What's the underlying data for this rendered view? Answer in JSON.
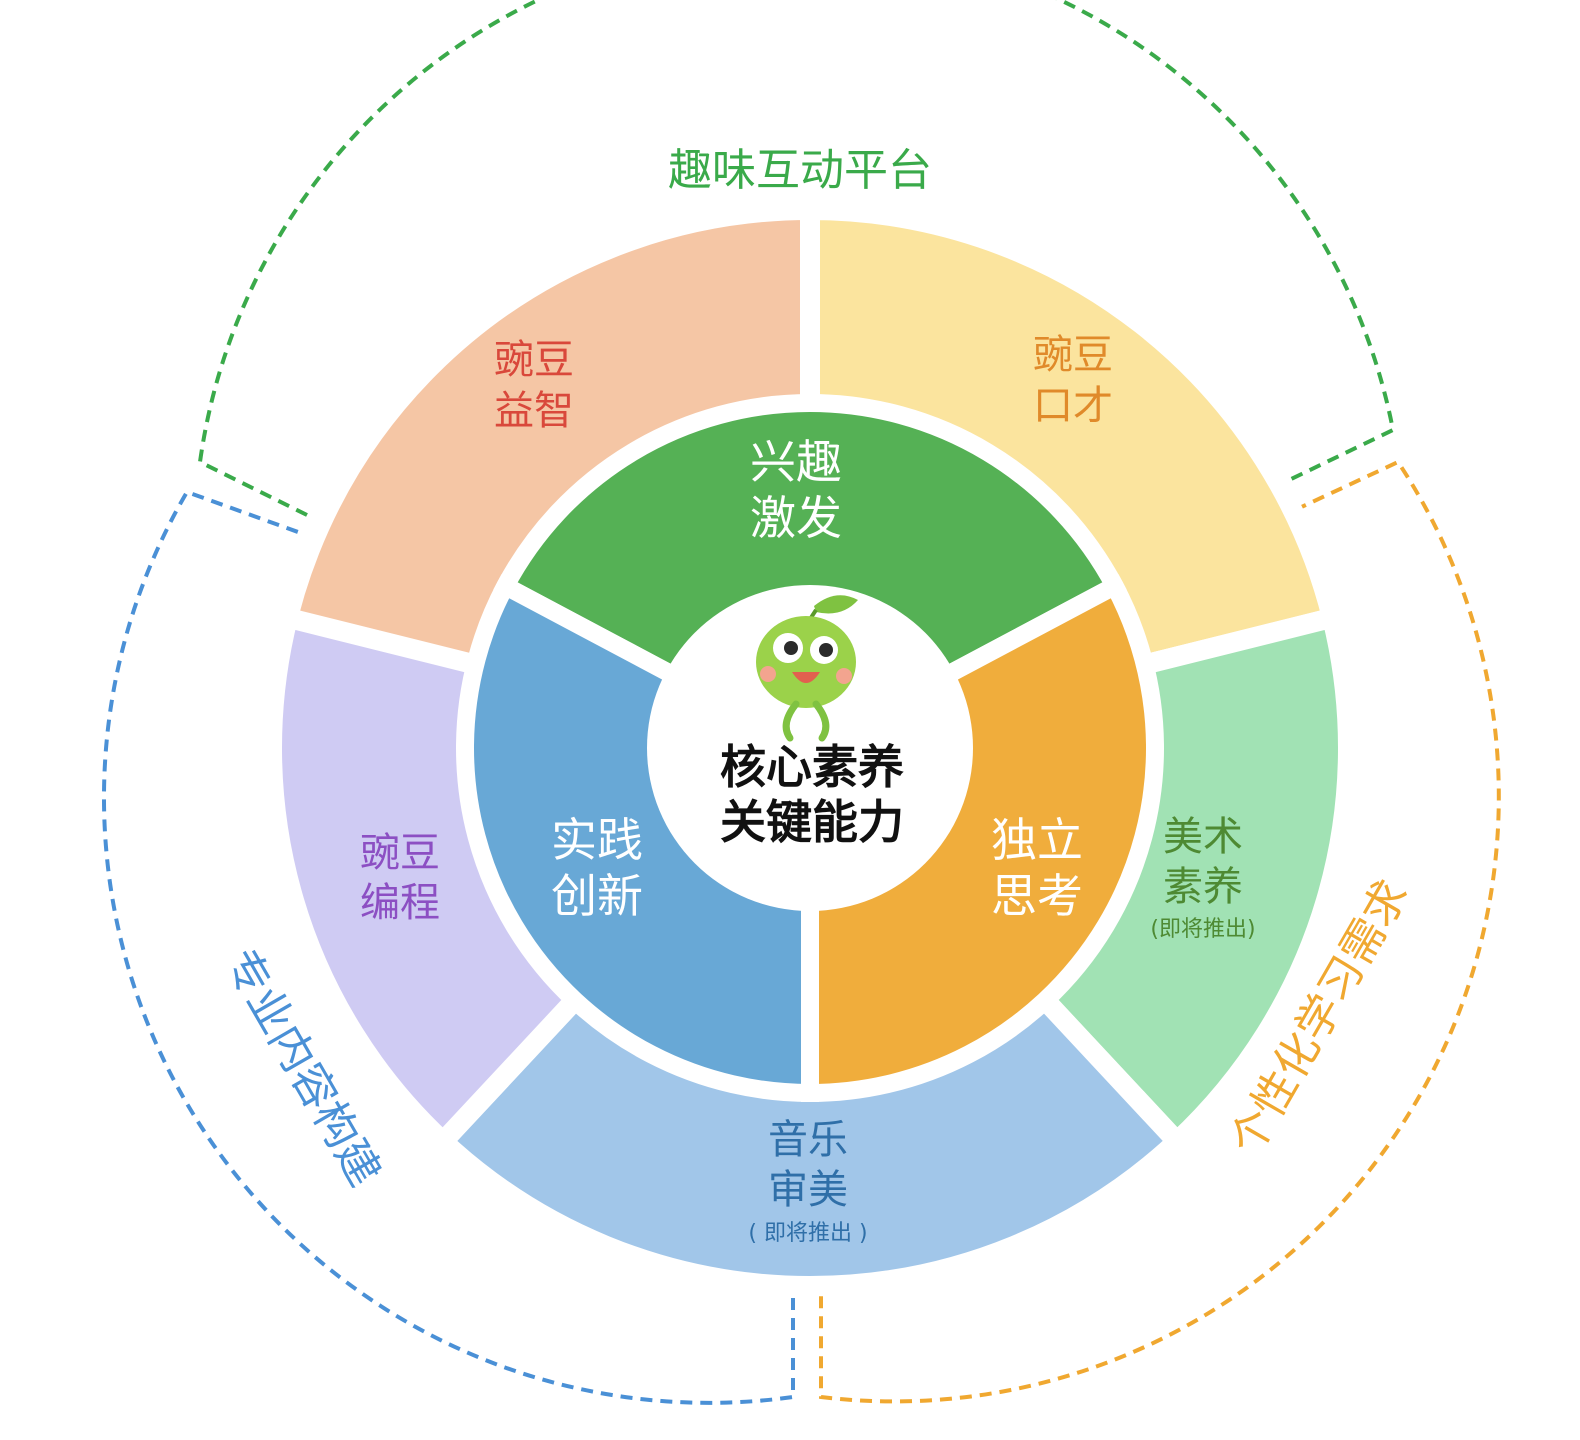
{
  "diagram": {
    "center": {
      "line1": "核心素养",
      "line2": "关键能力",
      "mascot_icon": "pea-mascot-icon"
    },
    "inner_ring": [
      {
        "line1": "兴趣",
        "line2": "激发",
        "color": "#55b155"
      },
      {
        "line1": "独立",
        "line2": "思考",
        "color": "#f0ad3c"
      },
      {
        "line1": "实践",
        "line2": "创新",
        "color": "#68a8d6"
      }
    ],
    "outer_ring": [
      {
        "line1": "豌豆",
        "line2": "益智",
        "fill": "#f5c6a5",
        "text_color": "#d9483b"
      },
      {
        "line1": "豌豆",
        "line2": "口才",
        "fill": "#fbe49e",
        "text_color": "#e08a2a"
      },
      {
        "line1": "美术",
        "line2": "素养",
        "sub": "(即将推出)",
        "fill": "#a1e2b4",
        "text_color": "#4e8a33"
      },
      {
        "line1": "音乐",
        "line2": "审美",
        "sub": "( 即将推出 )",
        "fill": "#a1c6e9",
        "text_color": "#2f6fa8"
      },
      {
        "line1": "豌豆",
        "line2": "编程",
        "fill": "#cfcbf3",
        "text_color": "#8c4fc3"
      }
    ],
    "outer_groups": [
      {
        "label": "趣味互动平台",
        "color": "#3aaa4a"
      },
      {
        "label": "个性化学习需求",
        "color": "#f0a830"
      },
      {
        "label": "专业内容构建",
        "color": "#4a90d6"
      }
    ]
  }
}
